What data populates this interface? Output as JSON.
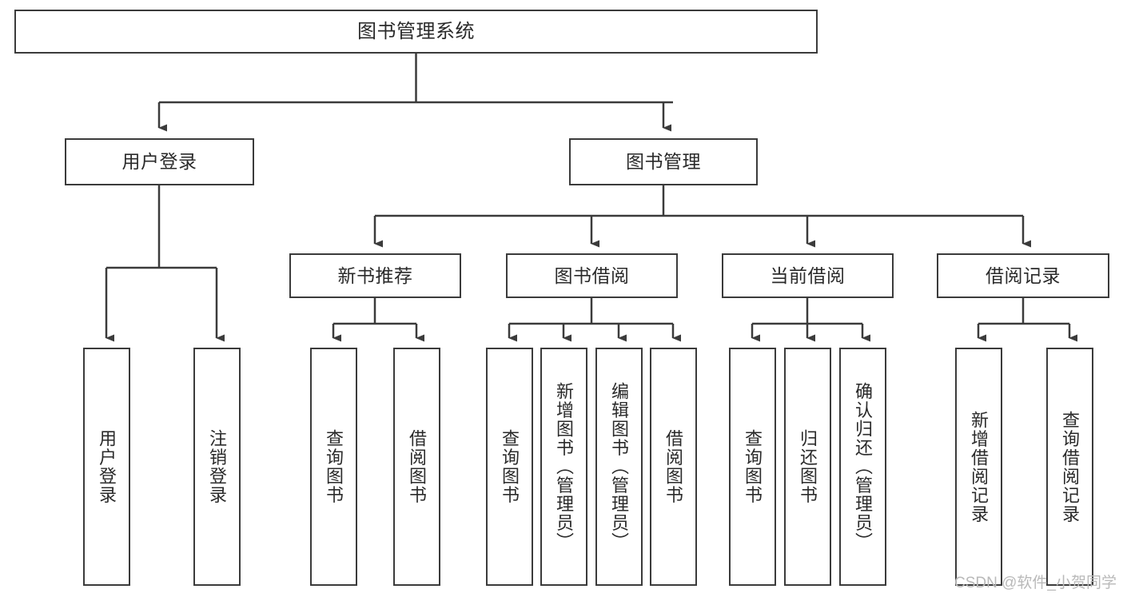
{
  "diagram": {
    "type": "tree-hierarchy",
    "root": {
      "label": "图书管理系统"
    },
    "level2": [
      {
        "label": "用户登录"
      },
      {
        "label": "图书管理"
      }
    ],
    "level3": [
      {
        "label": "新书推荐"
      },
      {
        "label": "图书借阅"
      },
      {
        "label": "当前借阅"
      },
      {
        "label": "借阅记录"
      }
    ],
    "leaves": {
      "user_login": [
        {
          "label": "用户登录"
        },
        {
          "label": "注销登录"
        }
      ],
      "new_book_recommend": [
        {
          "label": "查询图书"
        },
        {
          "label": "借阅图书"
        }
      ],
      "book_borrow": [
        {
          "label": "查询图书"
        },
        {
          "label": "新增图书（管理员）"
        },
        {
          "label": "编辑图书（管理员）"
        },
        {
          "label": "借阅图书"
        }
      ],
      "current_borrow": [
        {
          "label": "查询图书"
        },
        {
          "label": "归还图书"
        },
        {
          "label": "确认归还（管理员）"
        }
      ],
      "borrow_record": [
        {
          "label": "新增借阅记录"
        },
        {
          "label": "查询借阅记录"
        }
      ]
    }
  },
  "watermark": {
    "text": "CSDN @软件_小贺同学"
  },
  "colors": {
    "stroke": "#3b3b3b",
    "text": "#2a2a2a",
    "background": "#ffffff",
    "watermark": "#b9b9b9"
  }
}
